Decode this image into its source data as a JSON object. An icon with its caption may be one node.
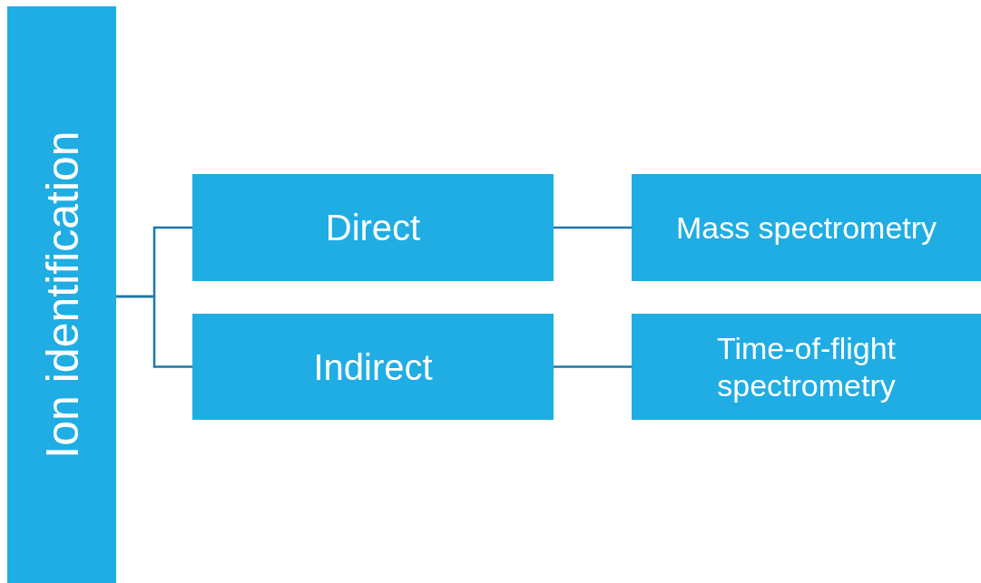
{
  "diagram": {
    "nodes": [
      {
        "text": [
          "Ion identification"
        ]
      },
      {
        "text": [
          "Direct"
        ]
      },
      {
        "text": [
          "Indirect"
        ]
      },
      {
        "text": [
          "Mass spectrometry"
        ]
      },
      {
        "text": [
          "Time-of-flight spectrometry"
        ]
      }
    ],
    "edges": [
      {
        "from": 0,
        "to": 1,
        "arrow": "none"
      },
      {
        "from": 0,
        "to": 2,
        "arrow": "none"
      },
      {
        "from": 1,
        "to": 3,
        "arrow": "none"
      },
      {
        "from": 2,
        "to": 4,
        "arrow": "none"
      }
    ]
  }
}
